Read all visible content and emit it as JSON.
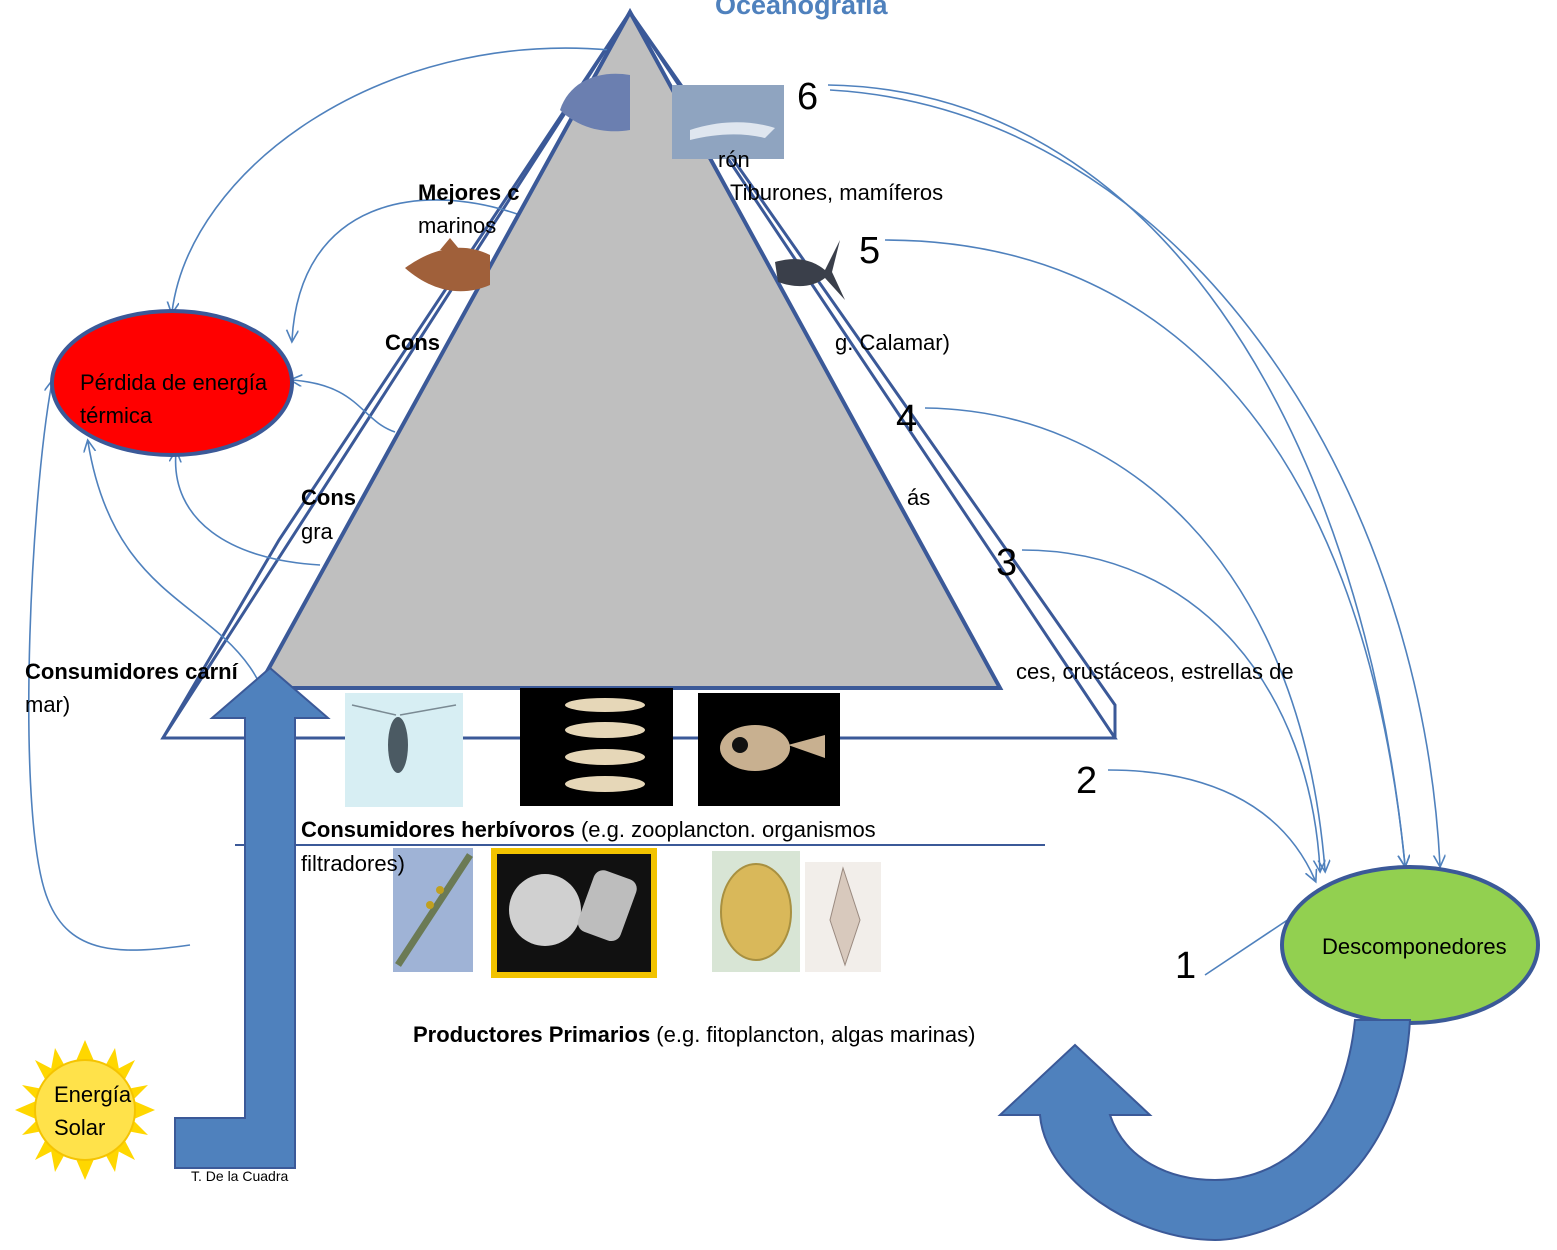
{
  "title": "Oceanografía",
  "credit": "T. De la Cuadra",
  "nodes": {
    "heat_loss": "Pérdida de energía\ntérmica",
    "decomposers": "Descomponedores",
    "solar": "Energía\nSolar"
  },
  "levels": [
    {
      "number": "1",
      "bold": "Productores Primarios",
      "rest": " (e.g. fitoplancton, algas marinas)"
    },
    {
      "number": "2",
      "bold": "Consumidores herbívoros",
      "rest": " (e.g. zooplancton. organismos",
      "rest2": "filtradores)"
    },
    {
      "number": "3",
      "bold": "Consumidores carní",
      "rest": "ces, crustáceos, estrellas de",
      "rest2": "mar)"
    },
    {
      "number": "4",
      "bold": "Cons",
      "rest": "ás",
      "rest2": "gra"
    },
    {
      "number": "5",
      "bold": "Cons",
      "rest": "g.  Calamar)"
    },
    {
      "number": "6",
      "bold": "Mejores c",
      "rest": "Tiburones, mamíferos",
      "rest2": "marinos",
      "extra": "rón"
    }
  ],
  "colors": {
    "heat_fill": "#ff0000",
    "decomposer_fill": "#92d050",
    "outline": "#3b5998",
    "arrow_blue": "#4f81bd",
    "triangle_gray": "#bfbfbf",
    "title_blue": "#4f81bd"
  },
  "icons": [
    "sun-icon",
    "dolphin-image",
    "shark-image",
    "squid-image",
    "tuna-image",
    "copepod-image",
    "fish-larvae-image",
    "diatom-image",
    "coccolith-image",
    "dinoflagellate-image"
  ]
}
